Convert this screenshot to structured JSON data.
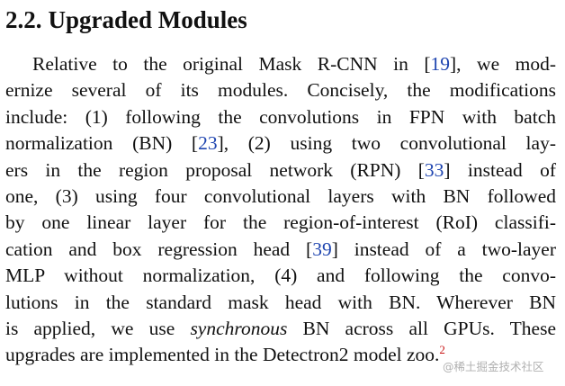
{
  "section": {
    "number": "2.2.",
    "title": "Upgraded Modules"
  },
  "paragraph": {
    "l1": {
      "a": "Relative to the original Mask R-CNN in [",
      "cite": "19",
      "b": "], we mod-"
    },
    "l2": {
      "a": "ernize several of its modules. Concisely, the modifications"
    },
    "l3": {
      "a": "include: (1) following the convolutions in FPN with batch"
    },
    "l4": {
      "a": "normalization (BN) [",
      "cite": "23",
      "b": "], (2) using two convolutional lay-"
    },
    "l5": {
      "a": "ers in the region proposal network (RPN) [",
      "cite": "33",
      "b": "] instead of"
    },
    "l6": {
      "a": "one, (3) using four convolutional layers with BN followed"
    },
    "l7": {
      "a": "by one linear layer for the region-of-interest (RoI) classifi-"
    },
    "l8": {
      "a": "cation and box regression head [",
      "cite": "39",
      "b": "] instead of a two-layer"
    },
    "l9": {
      "a": "MLP without normalization, (4) and following the convo-"
    },
    "l10": {
      "a": "lutions in the standard mask head with BN. Wherever BN"
    },
    "l11": {
      "a": "is applied, we use ",
      "em": "synchronous",
      "b": " BN across all GPUs. These"
    },
    "l12": {
      "a": "upgrades are implemented in the Detectron2 model zoo.",
      "footnote": "2"
    }
  },
  "watermark": {
    "text": "@稀土掘金技术社区"
  },
  "colors": {
    "text": "#111111",
    "citation": "#1f45b0",
    "footnote": "#c81414"
  }
}
